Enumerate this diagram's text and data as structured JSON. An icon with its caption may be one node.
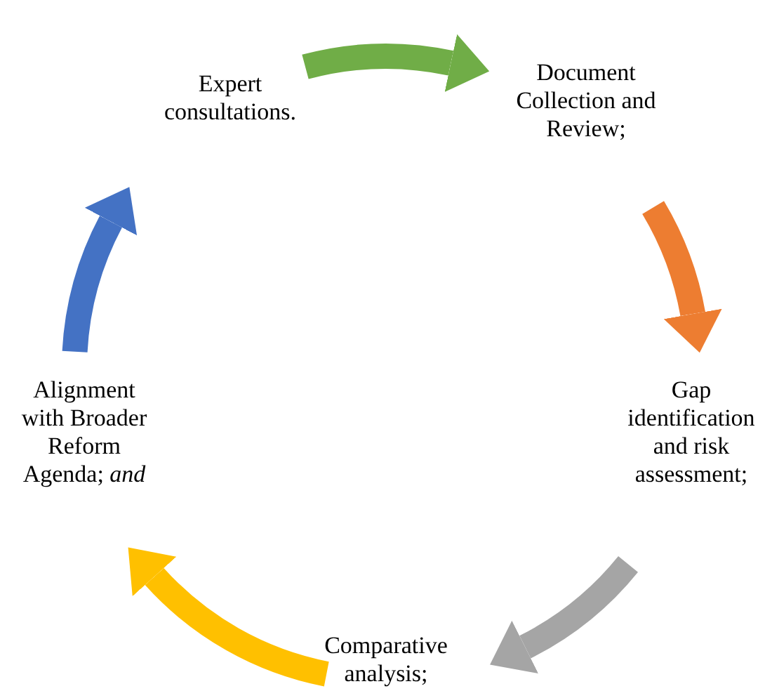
{
  "diagram": {
    "nodes": [
      {
        "text": [
          "Expert consultations."
        ]
      },
      {
        "text": [
          "Document Collection and Review;"
        ]
      },
      {
        "text": [
          "Gap identification and risk assessment;"
        ]
      },
      {
        "text": [
          "Comparative analysis;"
        ]
      },
      {
        "text": [
          "Alignment with Broader Reform Agenda; *and*"
        ]
      }
    ],
    "edges": [
      {
        "from": 0,
        "to": 1,
        "arrow": "to",
        "color": "#70ad47"
      },
      {
        "from": 1,
        "to": 2,
        "arrow": "to",
        "color": "#ed7d31"
      },
      {
        "from": 2,
        "to": 3,
        "arrow": "to",
        "color": "#a5a5a5"
      },
      {
        "from": 3,
        "to": 4,
        "arrow": "to",
        "color": "#ffc000"
      },
      {
        "from": 4,
        "to": 0,
        "arrow": "to",
        "color": "#4472c4"
      }
    ]
  }
}
